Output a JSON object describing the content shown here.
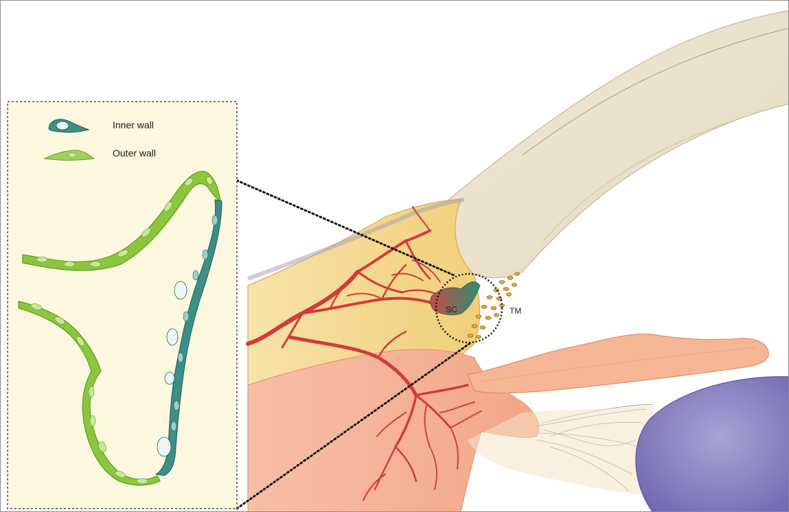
{
  "legend": {
    "inner_wall": "Inner wall",
    "outer_wall": "Outer wall"
  },
  "labels": {
    "sc": "SC",
    "tm": "TM"
  },
  "colors": {
    "inset_background": "#fbf8df",
    "inner_wall": "#2e7d74",
    "outer_wall": "#8cc63f",
    "vessel": "#d43a3a",
    "cornea": "#ece3d0",
    "sclera": "#f3d98a",
    "ciliary": "#f4b49a",
    "lens": "#8f8ac4"
  }
}
